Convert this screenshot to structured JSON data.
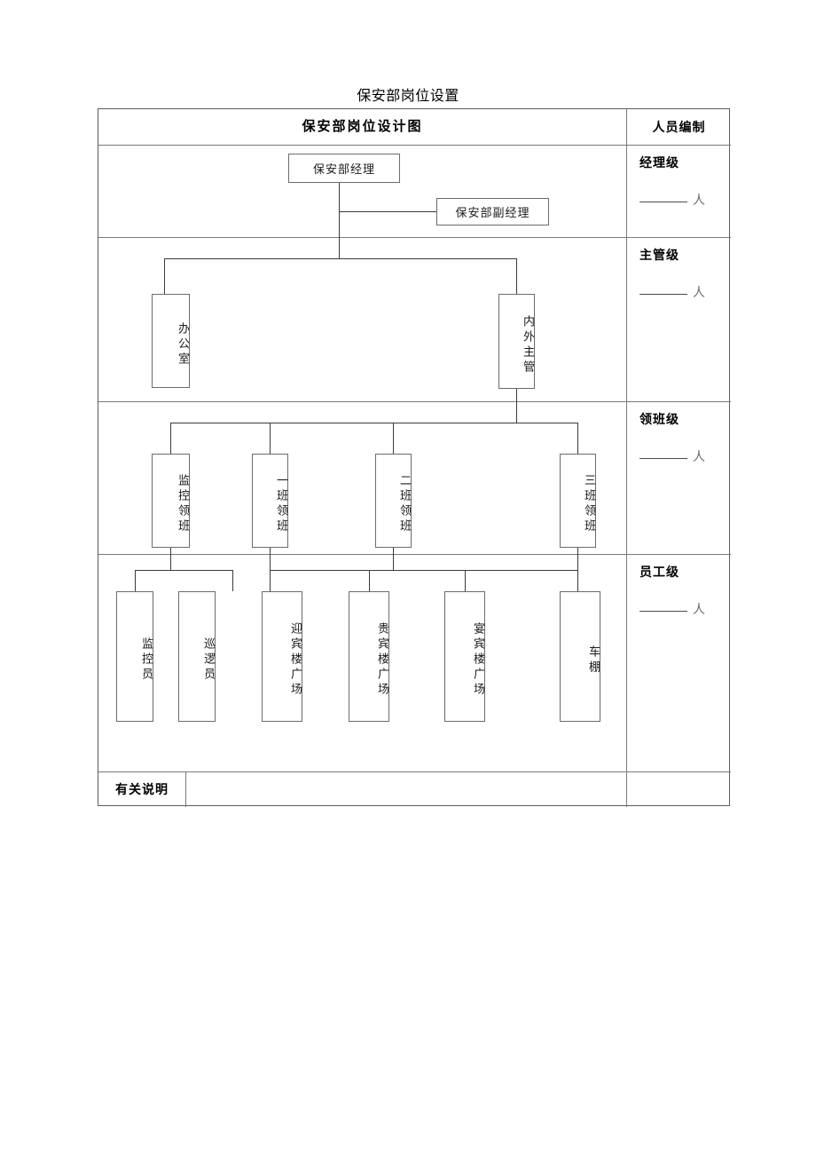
{
  "document": {
    "title": "保安部岗位设置"
  },
  "table": {
    "header": {
      "chart_title": "保安部岗位设计图",
      "staff_column": "人员编制"
    },
    "footer": {
      "note_label": "有关说明",
      "note_value": ""
    },
    "levels": [
      {
        "name": "经理级",
        "count_value": "",
        "unit": "人"
      },
      {
        "name": "主管级",
        "count_value": "",
        "unit": "人"
      },
      {
        "name": "领班级",
        "count_value": "",
        "unit": "人"
      },
      {
        "name": "员工级",
        "count_value": "",
        "unit": "人"
      }
    ]
  },
  "chart_data": {
    "type": "diagram",
    "title": "保安部岗位设计图",
    "orientation": "top-down organizational chart",
    "levels": [
      "经理级",
      "主管级",
      "领班级",
      "员工级"
    ],
    "nodes": [
      {
        "id": "mgr",
        "label": "保安部经理",
        "level": "经理级",
        "orientation": "horizontal"
      },
      {
        "id": "deputy",
        "label": "保安部副经理",
        "level": "经理级",
        "orientation": "horizontal"
      },
      {
        "id": "office",
        "label": "办公室",
        "level": "主管级",
        "orientation": "vertical"
      },
      {
        "id": "super",
        "label": "内外主管",
        "level": "主管级",
        "orientation": "vertical"
      },
      {
        "id": "mon_lead",
        "label": "监控领班",
        "level": "领班级",
        "orientation": "vertical"
      },
      {
        "id": "shift1",
        "label": "一班领班",
        "level": "领班级",
        "orientation": "vertical"
      },
      {
        "id": "shift2",
        "label": "二班领班",
        "level": "领班级",
        "orientation": "vertical"
      },
      {
        "id": "shift3",
        "label": "三班领班",
        "level": "领班级",
        "orientation": "vertical"
      },
      {
        "id": "mon_op",
        "label": "监控员",
        "level": "员工级",
        "orientation": "vertical"
      },
      {
        "id": "patrol",
        "label": "巡逻员",
        "level": "员工级",
        "orientation": "vertical"
      },
      {
        "id": "welcome",
        "label": "迎宾楼广场",
        "level": "员工级",
        "orientation": "vertical"
      },
      {
        "id": "vip",
        "label": "贵宾楼广场",
        "level": "员工级",
        "orientation": "vertical"
      },
      {
        "id": "banquet",
        "label": "宴宾楼广场",
        "level": "员工级",
        "orientation": "vertical"
      },
      {
        "id": "carport",
        "label": "车棚",
        "level": "员工级",
        "orientation": "vertical"
      }
    ],
    "edges": [
      {
        "from": "mgr",
        "to": "deputy"
      },
      {
        "from": "mgr",
        "to": "office"
      },
      {
        "from": "mgr",
        "to": "super"
      },
      {
        "from": "super",
        "to": "mon_lead"
      },
      {
        "from": "super",
        "to": "shift1"
      },
      {
        "from": "super",
        "to": "shift2"
      },
      {
        "from": "super",
        "to": "shift3"
      },
      {
        "from": "mon_lead",
        "to": "mon_op"
      },
      {
        "from": "mon_lead",
        "to": "patrol"
      },
      {
        "from": "shift1",
        "to": "welcome"
      },
      {
        "from": "shift1",
        "to": "vip"
      },
      {
        "from": "shift1",
        "to": "banquet"
      },
      {
        "from": "shift1",
        "to": "carport"
      },
      {
        "from": "shift2",
        "to": "welcome"
      },
      {
        "from": "shift3",
        "to": "carport"
      }
    ]
  }
}
